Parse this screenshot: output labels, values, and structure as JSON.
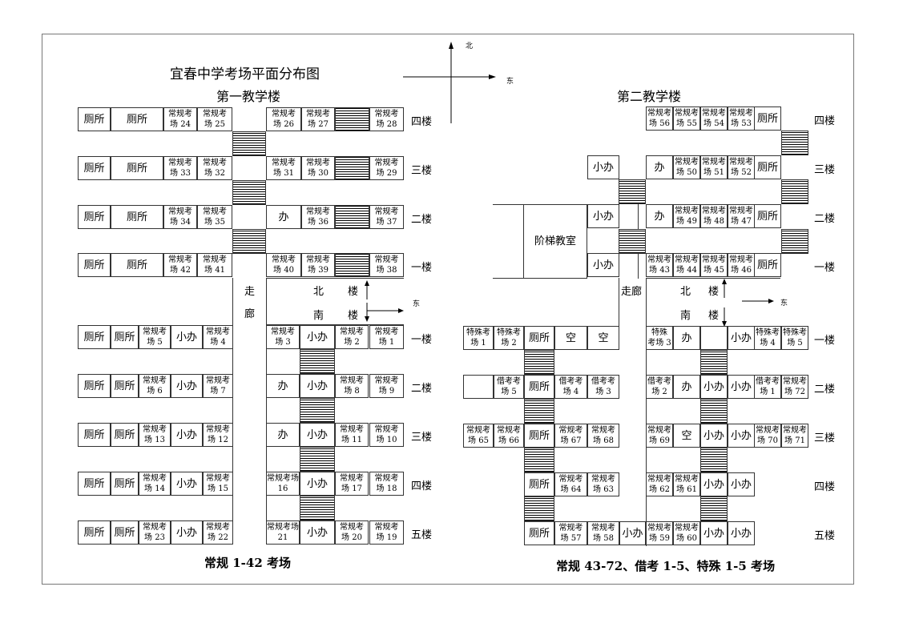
{
  "title": "宜春中学考场平面分布图",
  "compass": {
    "north": "北",
    "east": "东"
  },
  "buildings": {
    "first": "第一教学楼",
    "second": "第二教学楼"
  },
  "captions": {
    "first": "常规 1-42 考场",
    "second": "常规 43-72、借考 1-5、特殊 1-5 考场"
  },
  "labels": {
    "corridor1_a": "走",
    "corridor1_b": "廊",
    "north1": "北",
    "south1": "南",
    "lou": "楼",
    "corridor2": "走廊",
    "north2": "北",
    "south2": "南",
    "lecture_hall": "阶梯教室"
  },
  "floors": {
    "f1": "一楼",
    "f2": "二楼",
    "f3": "三楼",
    "f4": "四楼",
    "f5": "五楼"
  },
  "rooms": {
    "b1n4": [
      "厕所",
      "厕所",
      "常规考\n场 24",
      "常规考\n场 25",
      "常规考\n场 26",
      "常规考\n场 27",
      "常规考\n场 28"
    ],
    "b1n3": [
      "厕所",
      "厕所",
      "常规考\n场 33",
      "常规考\n场 32",
      "常规考\n场 31",
      "常规考\n场 30",
      "常规考\n场 29"
    ],
    "b1n2": [
      "厕所",
      "厕所",
      "常规考\n场 34",
      "常规考\n场 35",
      "办",
      "常规考\n场 36",
      "常规考\n场 37"
    ],
    "b1n1": [
      "厕所",
      "厕所",
      "常规考\n场 42",
      "常规考\n场 41",
      "常规考\n场 40",
      "常规考\n场 39",
      "常规考\n场 38"
    ],
    "b1s1": [
      "厕所",
      "厕所",
      "常规考\n场 5",
      "小办",
      "常规考\n场 4",
      "常规考\n场 3",
      "小办",
      "常规考\n场 2",
      "常规考\n场 1"
    ],
    "b1s2": [
      "厕所",
      "厕所",
      "常规考\n场 6",
      "小办",
      "常规考\n场 7",
      "办",
      "小办",
      "常规考\n场 8",
      "常规考\n场 9"
    ],
    "b1s3": [
      "厕所",
      "厕所",
      "常规考\n场 13",
      "小办",
      "常规考\n场 12",
      "办",
      "小办",
      "常规考\n场 11",
      "常规考\n场 10"
    ],
    "b1s4": [
      "厕所",
      "厕所",
      "常规考\n场 14",
      "小办",
      "常规考\n场 15",
      "常规考场\n16",
      "小办",
      "常规考\n场 17",
      "常规考\n场 18"
    ],
    "b1s5": [
      "厕所",
      "厕所",
      "常规考\n场 23",
      "小办",
      "常规考\n场 22",
      "常规考场\n21",
      "小办",
      "常规考\n场 20",
      "常规考\n场 19"
    ],
    "b2n4": [
      "常规考\n场 56",
      "常规考\n场 55",
      "常规考\n场 54",
      "常规考\n场 53",
      "厕所"
    ],
    "b2n3": [
      "小办",
      "办",
      "常规考\n场 50",
      "常规考\n场 51",
      "常规考\n场 52",
      "厕所"
    ],
    "b2n2": [
      "小办",
      "办",
      "常规考\n场 49",
      "常规考\n场 48",
      "常规考\n场 47",
      "厕所"
    ],
    "b2n1": [
      "小办",
      "常规考\n场 43",
      "常规考\n场 44",
      "常规考\n场 45",
      "常规考\n场 46",
      "厕所"
    ],
    "b2s1": [
      "特殊考\n场 1",
      "特殊考\n场 2",
      "厕所",
      "空",
      "空",
      "特殊\n考场 3",
      "办",
      "",
      "小办",
      "特殊考\n场 4",
      "特殊考\n场 5"
    ],
    "b2s2": [
      "",
      "借考考\n场 5",
      "厕所",
      "借考考\n场 4",
      "借考考\n场 3",
      "借考考\n场 2",
      "办",
      "小办",
      "小办",
      "借考考\n场 1",
      "常规考\n场 72"
    ],
    "b2s3": [
      "常规考\n场 65",
      "常规考\n场 66",
      "厕所",
      "常规考\n场 67",
      "常规考\n场 68",
      "常规考\n场 69",
      "空",
      "小办",
      "小办",
      "常规考\n场 70",
      "常规考\n场 71"
    ],
    "b2s4": [
      "厕所",
      "常规考\n场 64",
      "常规考\n场 63",
      "常规考\n场 62",
      "常规考\n场 61",
      "小办",
      "小办"
    ],
    "b2s5": [
      "厕所",
      "常规考\n场 57",
      "常规考\n场 58",
      "小办",
      "常规考\n场 59",
      "常规考\n场 60",
      "小办",
      "小办"
    ]
  }
}
